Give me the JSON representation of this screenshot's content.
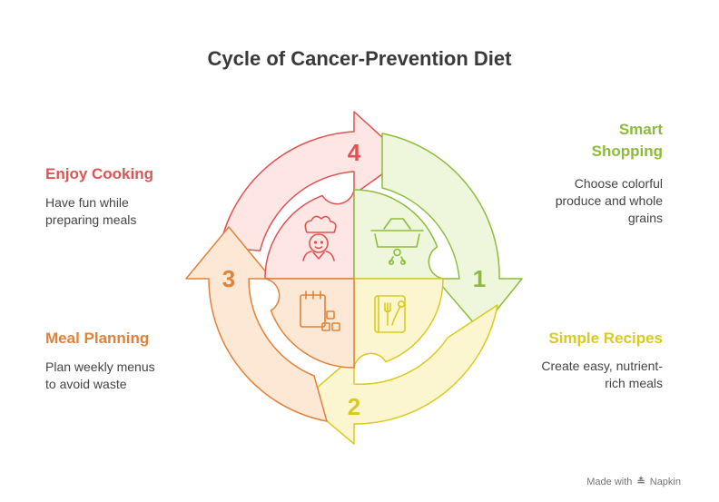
{
  "title": "Cycle of Cancer-Prevention Diet",
  "steps": [
    {
      "number": "1",
      "title_lines": [
        "Smart",
        "Shopping"
      ],
      "desc_lines": [
        "Choose colorful",
        "produce and whole",
        "grains"
      ],
      "color": "#8dbb3c",
      "icon": "shopping-basket-icon"
    },
    {
      "number": "2",
      "title_lines": [
        "Simple Recipes"
      ],
      "desc_lines": [
        "Create easy, nutrient-",
        "rich meals"
      ],
      "color": "#d9cb1e",
      "icon": "recipe-book-icon"
    },
    {
      "number": "3",
      "title_lines": [
        "Meal Planning"
      ],
      "desc_lines": [
        "Plan weekly menus",
        "to avoid waste"
      ],
      "color": "#e0823a",
      "icon": "calendar-planner-icon"
    },
    {
      "number": "4",
      "title_lines": [
        "Enjoy Cooking"
      ],
      "desc_lines": [
        "Have fun while",
        "preparing meals"
      ],
      "color": "#e05353",
      "icon": "chef-icon"
    }
  ],
  "footer": {
    "made_with": "Made with",
    "brand": "Napkin"
  }
}
